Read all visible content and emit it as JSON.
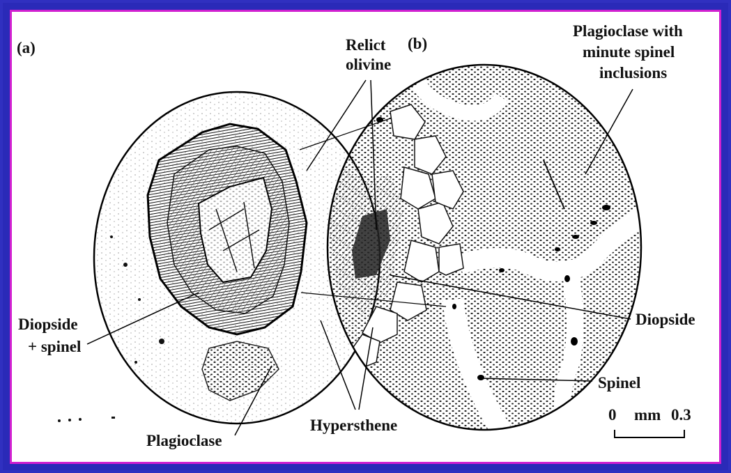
{
  "figure": {
    "panel_a_label": "(a)",
    "panel_b_label": "(b)",
    "labels": {
      "relict_olivine_1": "Relict",
      "relict_olivine_2": "olivine",
      "plag_spinel_1": "Plagioclase with",
      "plag_spinel_2": "minute spinel",
      "plag_spinel_3": "inclusions",
      "diopside_spinel_1": "Diopside",
      "diopside_spinel_2": "+ spinel",
      "diopside": "Diopside",
      "spinel": "Spinel",
      "plagioclase": "Plagioclase",
      "hypersthene": "Hypersthene"
    },
    "scale_bar": {
      "start": "0",
      "unit": "mm",
      "end": "0.3"
    }
  }
}
